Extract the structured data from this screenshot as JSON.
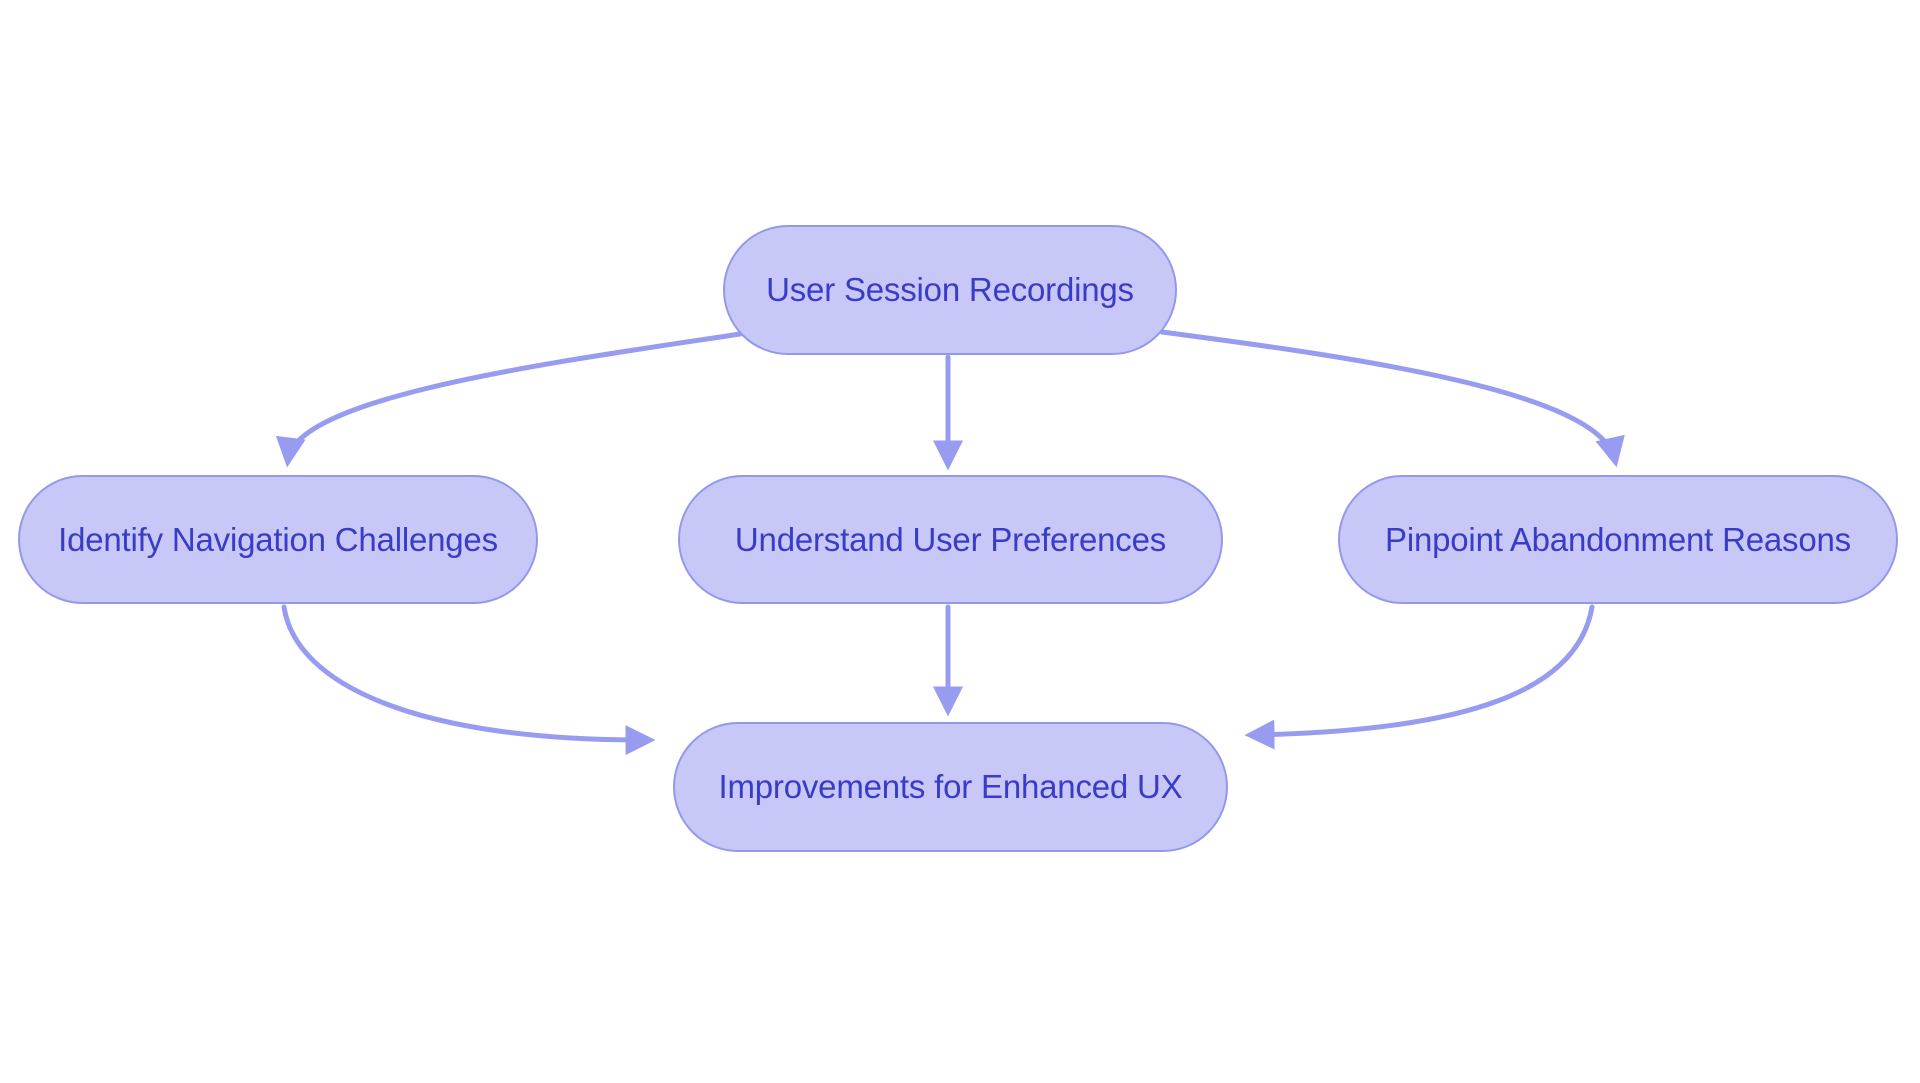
{
  "diagram": {
    "type": "flowchart",
    "direction": "top-down",
    "nodes": [
      {
        "id": "user-session-recordings",
        "label": "User Session Recordings"
      },
      {
        "id": "identify-navigation-challenges",
        "label": "Identify Navigation Challenges"
      },
      {
        "id": "understand-user-preferences",
        "label": "Understand User Preferences"
      },
      {
        "id": "pinpoint-abandonment-reasons",
        "label": "Pinpoint Abandonment Reasons"
      },
      {
        "id": "improvements-for-enhanced-ux",
        "label": "Improvements for Enhanced UX"
      }
    ],
    "edges": [
      {
        "from": "user-session-recordings",
        "to": "identify-navigation-challenges"
      },
      {
        "from": "user-session-recordings",
        "to": "understand-user-preferences"
      },
      {
        "from": "user-session-recordings",
        "to": "pinpoint-abandonment-reasons"
      },
      {
        "from": "identify-navigation-challenges",
        "to": "improvements-for-enhanced-ux"
      },
      {
        "from": "understand-user-preferences",
        "to": "improvements-for-enhanced-ux"
      },
      {
        "from": "pinpoint-abandonment-reasons",
        "to": "improvements-for-enhanced-ux"
      }
    ],
    "palette": {
      "node_fill": "#c7c8f7",
      "node_border": "#9598ea",
      "node_text": "#3a3bc6",
      "edge_color": "#979cf0",
      "background": "#ffffff"
    }
  }
}
